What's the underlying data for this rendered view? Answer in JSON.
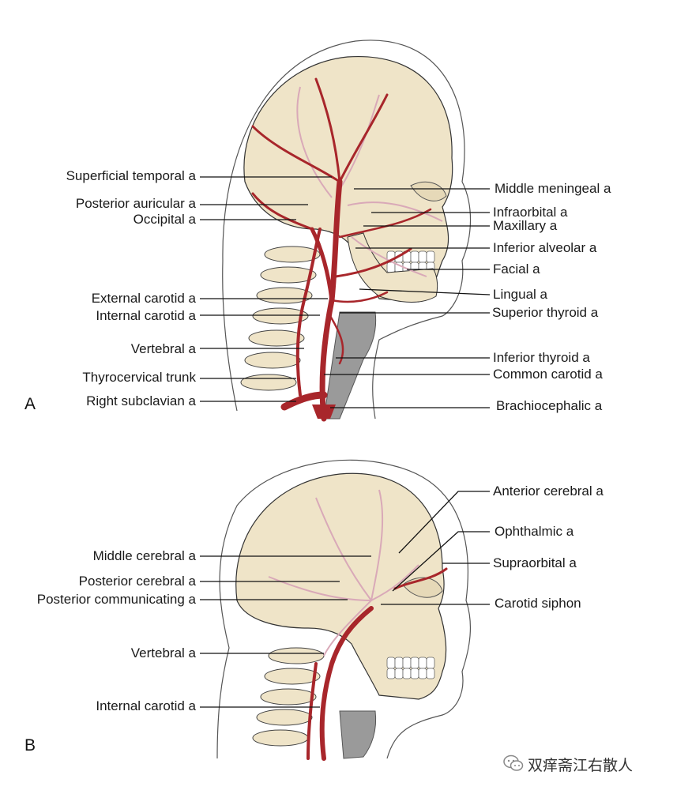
{
  "panel_a": {
    "letter": "A",
    "labels_left": [
      {
        "id": "superficial-temporal",
        "text": "Superficial temporal a"
      },
      {
        "id": "posterior-auricular",
        "text": "Posterior auricular a"
      },
      {
        "id": "occipital",
        "text": "Occipital a"
      },
      {
        "id": "external-carotid",
        "text": "External carotid a"
      },
      {
        "id": "internal-carotid",
        "text": "Internal carotid a"
      },
      {
        "id": "vertebral",
        "text": "Vertebral a"
      },
      {
        "id": "thyrocervical-trunk",
        "text": "Thyrocervical trunk"
      },
      {
        "id": "right-subclavian",
        "text": "Right subclavian a"
      }
    ],
    "labels_right": [
      {
        "id": "middle-meningeal",
        "text": "Middle meningeal a"
      },
      {
        "id": "infraorbital",
        "text": "Infraorbital a"
      },
      {
        "id": "maxillary",
        "text": "Maxillary a"
      },
      {
        "id": "inferior-alveolar",
        "text": "Inferior alveolar a"
      },
      {
        "id": "facial",
        "text": "Facial a"
      },
      {
        "id": "lingual",
        "text": "Lingual a"
      },
      {
        "id": "superior-thyroid",
        "text": "Superior thyroid a"
      },
      {
        "id": "inferior-thyroid",
        "text": "Inferior thyroid a"
      },
      {
        "id": "common-carotid",
        "text": "Common carotid a"
      },
      {
        "id": "brachiocephalic",
        "text": "Brachiocephalic a"
      }
    ]
  },
  "panel_b": {
    "letter": "B",
    "labels_left": [
      {
        "id": "middle-cerebral",
        "text": "Middle cerebral a"
      },
      {
        "id": "posterior-cerebral",
        "text": "Posterior cerebral a"
      },
      {
        "id": "posterior-communicating",
        "text": "Posterior communicating a"
      },
      {
        "id": "vertebral-b",
        "text": "Vertebral a"
      },
      {
        "id": "internal-carotid-b",
        "text": "Internal carotid a"
      }
    ],
    "labels_right": [
      {
        "id": "anterior-cerebral",
        "text": "Anterior cerebral a"
      },
      {
        "id": "ophthalmic",
        "text": "Ophthalmic a"
      },
      {
        "id": "supraorbital",
        "text": "Supraorbital a"
      },
      {
        "id": "carotid-siphon",
        "text": "Carotid siphon"
      }
    ]
  },
  "watermark": {
    "text": "双痒斋江右散人",
    "icon": "wechat-icon"
  },
  "colors": {
    "bone": "#efe4c8",
    "artery": "#a8262b",
    "vessel_faint": "#d9a9b8",
    "outline": "#333333",
    "cartilage": "#9a9a9a"
  }
}
